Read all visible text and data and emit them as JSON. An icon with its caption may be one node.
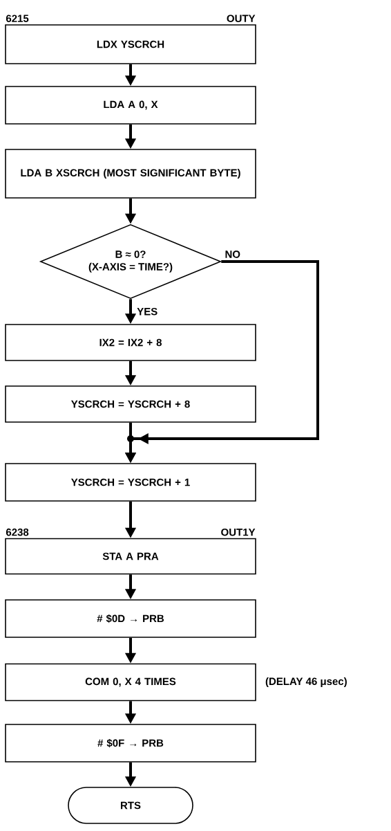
{
  "diagram": {
    "nodes": [
      {
        "text": [
          "LDX YSCRCH"
        ],
        "beside": [
          "6215",
          "OUTY"
        ]
      },
      {
        "text": [
          "LDA A 0, X"
        ]
      },
      {
        "text": [
          "LDA B XSCRCH (MOST SIGNIFICANT BYTE)"
        ]
      },
      {
        "text": [
          "B ≈ 0?",
          "(X-AXIS = TIME?)"
        ]
      },
      {
        "text": [
          "IX2 = IX2 + 8"
        ]
      },
      {
        "text": [
          "YSCRCH = YSCRCH + 8"
        ]
      },
      {
        "text": [
          "YSCRCH = YSCRCH + 1"
        ]
      },
      {
        "text": [
          "STA A PRA"
        ],
        "beside": [
          "6238",
          "OUT1Y"
        ]
      },
      {
        "text": [
          "# $0D → PRB"
        ]
      },
      {
        "text": [
          "COM 0, X  4 TIMES"
        ],
        "beside": [
          "(DELAY 46 μsec)"
        ]
      },
      {
        "text": [
          "# $0F → PRB"
        ]
      },
      {
        "text": [
          "RTS"
        ]
      }
    ],
    "edges": [
      {
        "from": 0,
        "to": 1,
        "arrow": "to"
      },
      {
        "from": 1,
        "to": 2,
        "arrow": "to"
      },
      {
        "from": 2,
        "to": 3,
        "arrow": "to"
      },
      {
        "from": 3,
        "to": 4,
        "arrow": "to",
        "label": "YES"
      },
      {
        "from": 4,
        "to": 5,
        "arrow": "to"
      },
      {
        "from": 5,
        "to": 6,
        "arrow": "to"
      },
      {
        "from": 3,
        "to": 6,
        "arrow": "to",
        "label": "NO"
      },
      {
        "from": 6,
        "to": 7,
        "arrow": "to"
      },
      {
        "from": 7,
        "to": 8,
        "arrow": "to"
      },
      {
        "from": 8,
        "to": 9,
        "arrow": "to"
      },
      {
        "from": 9,
        "to": 10,
        "arrow": "to"
      },
      {
        "from": 10,
        "to": 11,
        "arrow": "to"
      }
    ]
  }
}
